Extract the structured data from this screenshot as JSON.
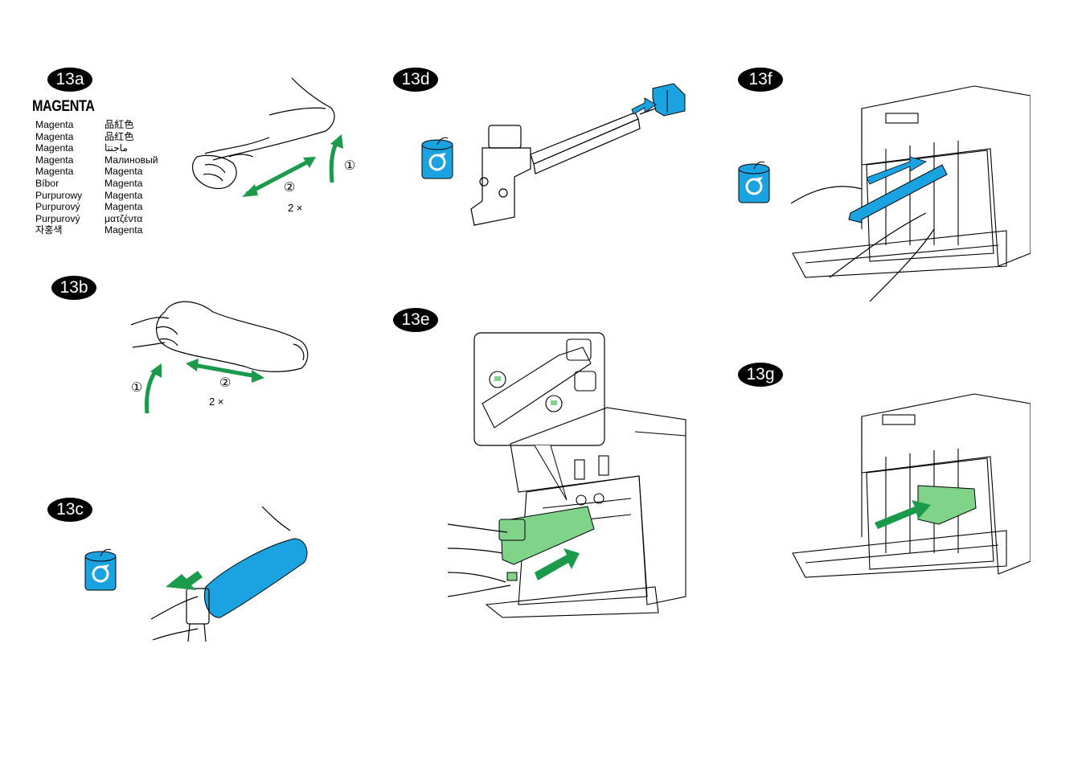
{
  "steps": {
    "s13a": "13a",
    "s13b": "13b",
    "s13c": "13c",
    "s13d": "13d",
    "s13e": "13e",
    "s13f": "13f",
    "s13g": "13g"
  },
  "color_title": "MAGENTA",
  "color_names_left": [
    "Magenta",
    "Magenta",
    "Magenta",
    "Magenta",
    "Magenta",
    "Bíbor",
    "Purpurowy",
    "Purpurový",
    "Purpurový",
    "자홍색"
  ],
  "color_names_right": [
    "品紅色",
    "品红色",
    "ماجنتا",
    "Малиновый",
    "Magenta",
    "Magenta",
    "Magenta",
    "Magenta",
    "ματζέντα",
    "Magenta"
  ],
  "labels": {
    "circ1": "①",
    "circ2": "②",
    "repeat_a": "2 ×",
    "repeat_b": "2 ×"
  },
  "colors": {
    "green_arrow": "#1a9a4a",
    "green_light": "#7fd48a",
    "blue_bag": "#1aa3e0",
    "badge": "#000000"
  }
}
